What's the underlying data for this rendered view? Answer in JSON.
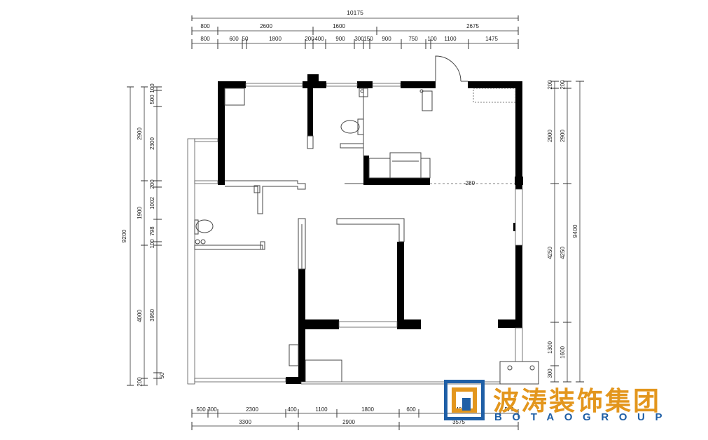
{
  "top_dimensions": {
    "total": "10175",
    "row1": [
      "800",
      "2600",
      "1600",
      "2675"
    ],
    "row2": [
      "800",
      "600",
      "50",
      "1800",
      "200",
      "400",
      "900",
      "300",
      "150",
      "900",
      "750",
      "100",
      "1100",
      "1475"
    ]
  },
  "bottom_dimensions": {
    "row1": [
      "500",
      "300",
      "2300",
      "400",
      "1100",
      "1800",
      "600",
      "2400",
      "575"
    ],
    "row2": [
      "3300",
      "2900",
      "3575"
    ]
  },
  "left_dimensions": {
    "total": "9200",
    "outer": [
      "2900",
      "1900",
      "4000",
      "200"
    ],
    "inner": [
      "100",
      "500",
      "2300",
      "200",
      "1002",
      "798",
      "100",
      "3950",
      "50"
    ]
  },
  "right_dimensions": {
    "total": "9400",
    "outer": [
      "200",
      "2900",
      "4250",
      "1600"
    ],
    "inner": [
      "200",
      "2900",
      "4250",
      "1300",
      "300"
    ]
  },
  "annotation": "-280",
  "brand": {
    "name_cn": "波涛装饰集团",
    "name_en": "BOTAOGROUP",
    "primary_color": "#e3961d",
    "secondary_color": "#1f5fa6"
  }
}
